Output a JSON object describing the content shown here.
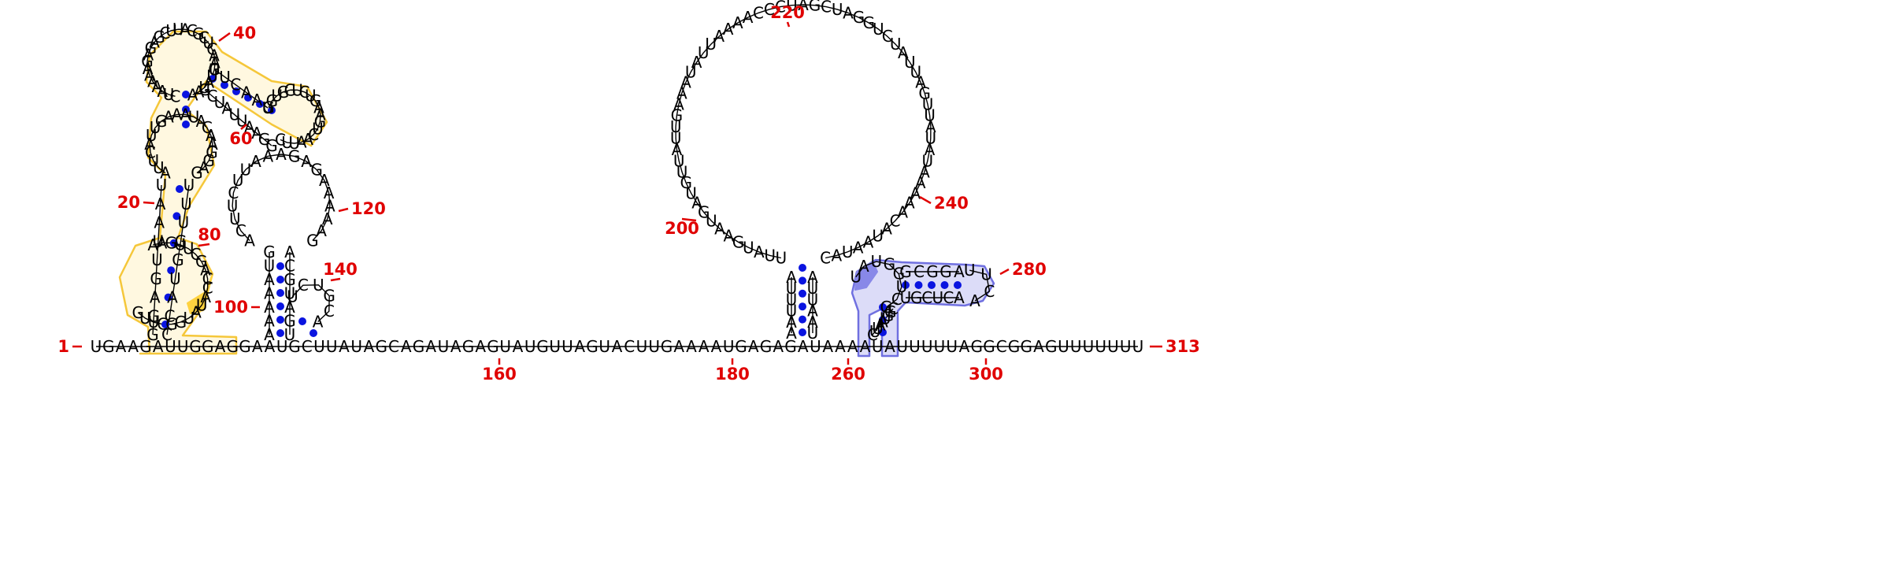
{
  "diagram": {
    "type": "rna-secondary-structure",
    "length": 313,
    "colors": {
      "number_labels": "#e00000",
      "base_pair_dots": "#0a14e0",
      "backbone": "#000000",
      "region_a_outline": "#f5c73a",
      "region_a_fill": "#fff8e0",
      "region_a_highlight": "#ffd23f",
      "region_b_outline": "#7070e0",
      "region_b_fill": "#dcdcf8",
      "region_b_highlight": "#8888e8"
    },
    "position_labels": [
      "1",
      "20",
      "40",
      "60",
      "80",
      "100",
      "120",
      "140",
      "160",
      "180",
      "200",
      "220",
      "240",
      "260",
      "280",
      "300",
      "313"
    ],
    "baseline_sequence": "UGAAGAUUGGAGGAAUGCUUAUAGCAGAUAGAGUAUGUUAGUACUUGAAAAUGAGAGAUAAAAUAUUUUUAGGCGGAGUUUUUUU",
    "stem_1": {
      "left": "GGAGUUAAU",
      "right": "CCAUGGUUU"
    },
    "loop_a": "AAGUUCGACCAUAUGGCUUG",
    "loop_b": "AUUCAUUGAAAUACAAGGAG",
    "loop_c": "CUAAAAAGAGAGCUUACGCUCAAUUAUAA",
    "hairpin_1": {
      "five_prime": "GUCAAU",
      "loop": "GGUGGUCUGAAGUCAAUUC",
      "three_prime": "GCUAUUAAGG"
    },
    "stem_2": {
      "left": "AAAAAUG",
      "right": "UGAUGCA"
    },
    "loop_d": "ACUUCUUAAAGAGAAAAAG",
    "small_loop": "UCUGCA",
    "big_loop": "UUAUGAAUGAUGUUAUUGAAAUAUUAAAACCCUAGCUAGGUCUAUUAGUUAUAUAAAAACAUAAUAC",
    "stem_3": {
      "left": "AAUUUA",
      "right": "UAAUUA"
    },
    "hairpin_2": {
      "stem": "GCGGA",
      "loop": "UUCA",
      "back": "ACUCGU",
      "bulge": "UAUGGUCG",
      "stem_b": "CUUAAUGGC"
    }
  }
}
